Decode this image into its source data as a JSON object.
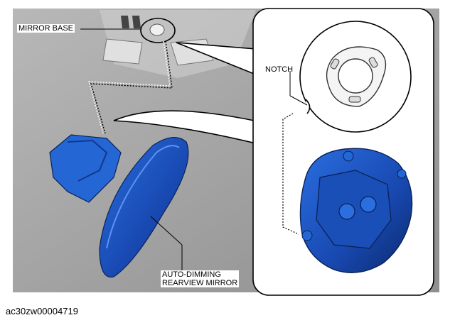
{
  "figure": {
    "labels": {
      "mirror_base": "MIRROR BASE",
      "notch": "NOTCH",
      "auto_dimming_line1": "AUTO-DIMMING",
      "auto_dimming_line2": "REARVIEW MIRROR"
    },
    "caption": "ac30zw00004719",
    "colors": {
      "background_gray": "#a3a3a3",
      "mirror_blue": "#1f5fd0",
      "mirror_dark": "#0d2f78",
      "outline": "#000000"
    }
  }
}
